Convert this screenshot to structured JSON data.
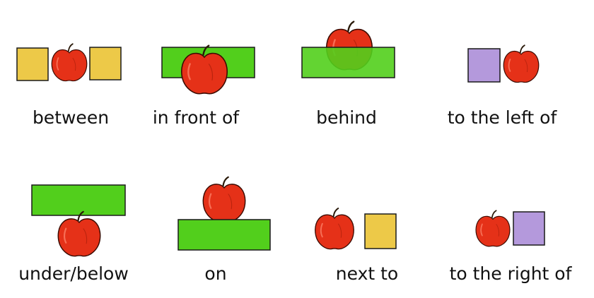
{
  "labels": {
    "between": "between",
    "in_front_of": "in front of",
    "behind": "behind",
    "to_the_left_of": "to the left of",
    "under_below": "under/below",
    "on": "on",
    "next_to": "next to",
    "to_the_right_of": "to the right of"
  },
  "colors": {
    "apple": "#e53118",
    "apple_outline": "#3a0a02",
    "yellow_box": "#edc948",
    "green_bar": "#52cf1c",
    "purple_box": "#b499dc",
    "box_outline": "#1a1a1a"
  },
  "icons": [
    "apple-icon",
    "yellow-square-icon",
    "green-bar-icon",
    "purple-square-icon"
  ]
}
